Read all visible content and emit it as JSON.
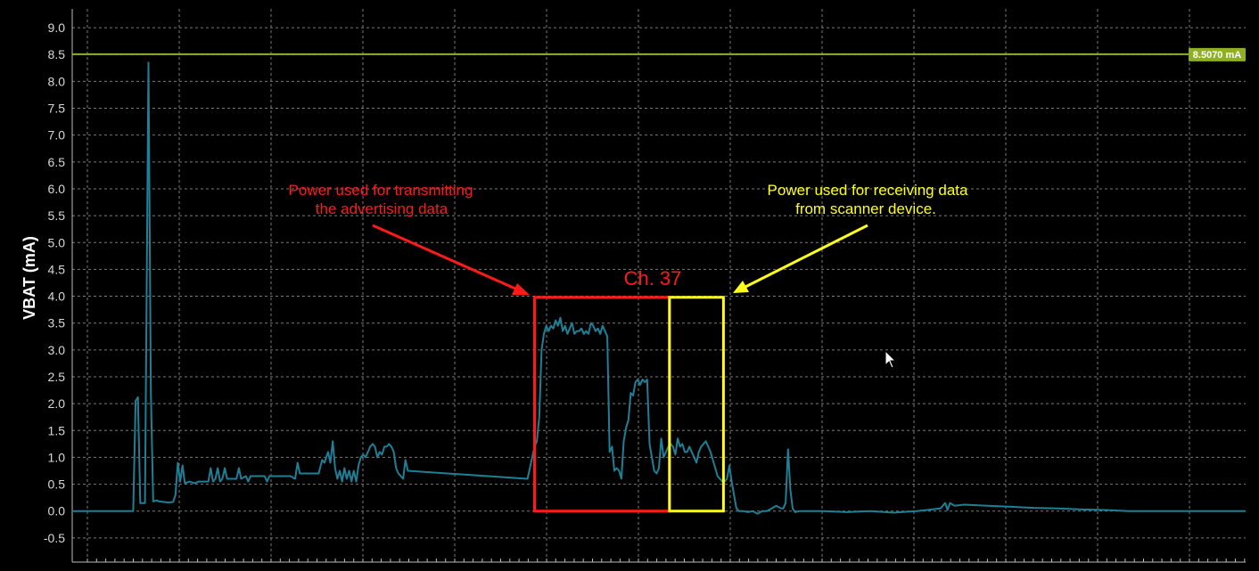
{
  "chart_data": {
    "type": "line",
    "ylabel": "VBAT (mA)",
    "xlabel": "",
    "ylim": [
      -0.95,
      9.35
    ],
    "xlim": [
      0,
      1000
    ],
    "yticks": [
      "9.0",
      "8.5",
      "8.0",
      "7.5",
      "7.0",
      "6.5",
      "6.0",
      "5.5",
      "5.0",
      "4.5",
      "4.0",
      "3.5",
      "3.0",
      "2.5",
      "2.0",
      "1.5",
      "1.0",
      "0.5",
      "0.0",
      "-0.5"
    ],
    "grid": true,
    "colors": {
      "series": "#1f7f96",
      "threshold": "#8fb020",
      "transmit": "#ff1a1a",
      "receive": "#ffff1a",
      "axis": "#bdbdbd",
      "grid": "#7a7a7a"
    },
    "threshold": {
      "value": 8.507,
      "label": "8.5070 mA"
    },
    "series": [
      {
        "values": [
          [
            0,
            0.0
          ],
          [
            20,
            0.0
          ],
          [
            40,
            0.0
          ],
          [
            52,
            0.0
          ],
          [
            54,
            2.05
          ],
          [
            56,
            2.12
          ],
          [
            58,
            0.15
          ],
          [
            60,
            0.15
          ],
          [
            62,
            0.15
          ],
          [
            65,
            8.35
          ],
          [
            67,
            2.2
          ],
          [
            69,
            0.18
          ],
          [
            72,
            0.2
          ],
          [
            74,
            0.18
          ],
          [
            78,
            0.17
          ],
          [
            82,
            0.16
          ],
          [
            86,
            0.17
          ],
          [
            88,
            0.3
          ],
          [
            90,
            0.9
          ],
          [
            92,
            0.55
          ],
          [
            94,
            0.85
          ],
          [
            96,
            0.52
          ],
          [
            100,
            0.55
          ],
          [
            104,
            0.52
          ],
          [
            108,
            0.55
          ],
          [
            112,
            0.55
          ],
          [
            116,
            0.55
          ],
          [
            118,
            0.8
          ],
          [
            120,
            0.55
          ],
          [
            122,
            0.6
          ],
          [
            124,
            0.8
          ],
          [
            126,
            0.55
          ],
          [
            128,
            0.6
          ],
          [
            130,
            0.8
          ],
          [
            132,
            0.6
          ],
          [
            136,
            0.6
          ],
          [
            140,
            0.6
          ],
          [
            142,
            0.8
          ],
          [
            144,
            0.6
          ],
          [
            148,
            0.65
          ],
          [
            150,
            0.55
          ],
          [
            152,
            0.65
          ],
          [
            156,
            0.65
          ],
          [
            160,
            0.65
          ],
          [
            164,
            0.65
          ],
          [
            166,
            0.55
          ],
          [
            168,
            0.65
          ],
          [
            172,
            0.65
          ],
          [
            176,
            0.65
          ],
          [
            180,
            0.65
          ],
          [
            184,
            0.65
          ],
          [
            186,
            0.65
          ],
          [
            190,
            0.6
          ],
          [
            192,
            0.9
          ],
          [
            194,
            0.7
          ],
          [
            198,
            0.7
          ],
          [
            202,
            0.7
          ],
          [
            206,
            0.7
          ],
          [
            210,
            0.7
          ],
          [
            213,
            0.95
          ],
          [
            215,
            0.9
          ],
          [
            218,
            1.1
          ],
          [
            220,
            0.9
          ],
          [
            222,
            1.3
          ],
          [
            224,
            0.8
          ],
          [
            226,
            0.6
          ],
          [
            228,
            0.75
          ],
          [
            230,
            0.55
          ],
          [
            232,
            0.8
          ],
          [
            234,
            0.6
          ],
          [
            236,
            0.75
          ],
          [
            238,
            0.55
          ],
          [
            240,
            0.75
          ],
          [
            242,
            0.55
          ],
          [
            244,
            0.85
          ],
          [
            246,
            1.0
          ],
          [
            248,
            1.05
          ],
          [
            250,
            1.0
          ],
          [
            252,
            1.1
          ],
          [
            254,
            1.2
          ],
          [
            256,
            1.25
          ],
          [
            258,
            1.2
          ],
          [
            260,
            1.0
          ],
          [
            262,
            1.1
          ],
          [
            264,
            1.05
          ],
          [
            266,
            1.2
          ],
          [
            268,
            1.2
          ],
          [
            270,
            1.25
          ],
          [
            272,
            1.2
          ],
          [
            274,
            1.1
          ],
          [
            276,
            0.8
          ],
          [
            278,
            0.7
          ],
          [
            280,
            0.65
          ],
          [
            282,
            0.6
          ],
          [
            284,
            0.95
          ],
          [
            286,
            0.75
          ],
          [
            388,
            0.6
          ],
          [
            391,
            0.9
          ],
          [
            394,
            1.2
          ],
          [
            396,
            1.3
          ],
          [
            398,
            1.75
          ],
          [
            400,
            3.0
          ],
          [
            402,
            3.3
          ],
          [
            404,
            3.45
          ],
          [
            406,
            3.35
          ],
          [
            408,
            3.45
          ],
          [
            410,
            3.4
          ],
          [
            412,
            3.55
          ],
          [
            414,
            3.45
          ],
          [
            416,
            3.6
          ],
          [
            418,
            3.35
          ],
          [
            420,
            3.45
          ],
          [
            422,
            3.3
          ],
          [
            424,
            3.4
          ],
          [
            426,
            3.5
          ],
          [
            428,
            3.3
          ],
          [
            430,
            3.35
          ],
          [
            432,
            3.35
          ],
          [
            434,
            3.4
          ],
          [
            436,
            3.3
          ],
          [
            438,
            3.35
          ],
          [
            440,
            3.3
          ],
          [
            442,
            3.5
          ],
          [
            444,
            3.45
          ],
          [
            446,
            3.35
          ],
          [
            448,
            3.4
          ],
          [
            450,
            3.3
          ],
          [
            452,
            3.45
          ],
          [
            454,
            3.35
          ],
          [
            456,
            3.25
          ],
          [
            458,
            1.1
          ],
          [
            460,
            1.2
          ],
          [
            462,
            0.75
          ],
          [
            464,
            0.8
          ],
          [
            466,
            0.75
          ],
          [
            468,
            0.6
          ],
          [
            470,
            1.3
          ],
          [
            472,
            1.55
          ],
          [
            474,
            1.7
          ],
          [
            476,
            2.2
          ],
          [
            478,
            2.15
          ],
          [
            480,
            2.4
          ],
          [
            482,
            2.45
          ],
          [
            484,
            2.35
          ],
          [
            486,
            2.45
          ],
          [
            488,
            2.4
          ],
          [
            490,
            2.45
          ],
          [
            492,
            1.25
          ],
          [
            494,
            1.0
          ],
          [
            496,
            0.75
          ],
          [
            498,
            0.7
          ],
          [
            500,
            0.8
          ],
          [
            502,
            1.35
          ],
          [
            504,
            1.0
          ],
          [
            506,
            1.1
          ],
          [
            508,
            1.2
          ],
          [
            510,
            1.25
          ],
          [
            512,
            1.2
          ],
          [
            514,
            1.05
          ],
          [
            516,
            1.35
          ],
          [
            518,
            1.2
          ],
          [
            520,
            1.25
          ],
          [
            522,
            1.1
          ],
          [
            524,
            1.1
          ],
          [
            526,
            1.2
          ],
          [
            528,
            1.1
          ],
          [
            530,
            1.0
          ],
          [
            532,
            0.9
          ],
          [
            534,
            1.1
          ],
          [
            536,
            1.2
          ],
          [
            538,
            1.25
          ],
          [
            540,
            1.3
          ],
          [
            542,
            1.2
          ],
          [
            544,
            1.1
          ],
          [
            546,
            0.95
          ],
          [
            548,
            0.8
          ],
          [
            550,
            0.65
          ],
          [
            552,
            0.6
          ],
          [
            554,
            0.55
          ],
          [
            556,
            0.55
          ],
          [
            558,
            0.6
          ],
          [
            560,
            0.85
          ],
          [
            562,
            0.55
          ],
          [
            564,
            0.3
          ],
          [
            566,
            0.05
          ],
          [
            568,
            0.0
          ],
          [
            572,
            0.0
          ],
          [
            576,
            -0.02
          ],
          [
            580,
            0.0
          ],
          [
            584,
            -0.05
          ],
          [
            588,
            0.0
          ],
          [
            592,
            0.0
          ],
          [
            596,
            0.05
          ],
          [
            600,
            0.1
          ],
          [
            604,
            0.05
          ],
          [
            606,
            0.05
          ],
          [
            608,
            0.15
          ],
          [
            610,
            1.15
          ],
          [
            612,
            0.4
          ],
          [
            614,
            0.05
          ],
          [
            616,
            -0.02
          ],
          [
            620,
            0.0
          ],
          [
            640,
            0.0
          ],
          [
            660,
            -0.02
          ],
          [
            680,
            0.0
          ],
          [
            700,
            -0.03
          ],
          [
            720,
            0.0
          ],
          [
            740,
            0.05
          ],
          [
            744,
            0.15
          ],
          [
            746,
            0.02
          ],
          [
            748,
            0.15
          ],
          [
            752,
            0.1
          ],
          [
            760,
            0.12
          ],
          [
            780,
            0.1
          ],
          [
            800,
            0.08
          ],
          [
            820,
            0.06
          ],
          [
            840,
            0.05
          ],
          [
            860,
            0.03
          ],
          [
            880,
            0.02
          ],
          [
            900,
            0.0
          ],
          [
            1000,
            0.0
          ]
        ]
      }
    ],
    "annotations": {
      "transmit_line1": "Power used for transmitting",
      "transmit_line2": "the advertising data",
      "receive_line1": "Power used for receiving data",
      "receive_line2": "from scanner device.",
      "channel_label": "Ch. 37",
      "transmit_box": {
        "x0": 394,
        "x1": 509,
        "y0": 0.0,
        "y1": 3.98
      },
      "receive_box": {
        "x0": 509,
        "x1": 555,
        "y0": 0.0,
        "y1": 3.98
      }
    }
  }
}
